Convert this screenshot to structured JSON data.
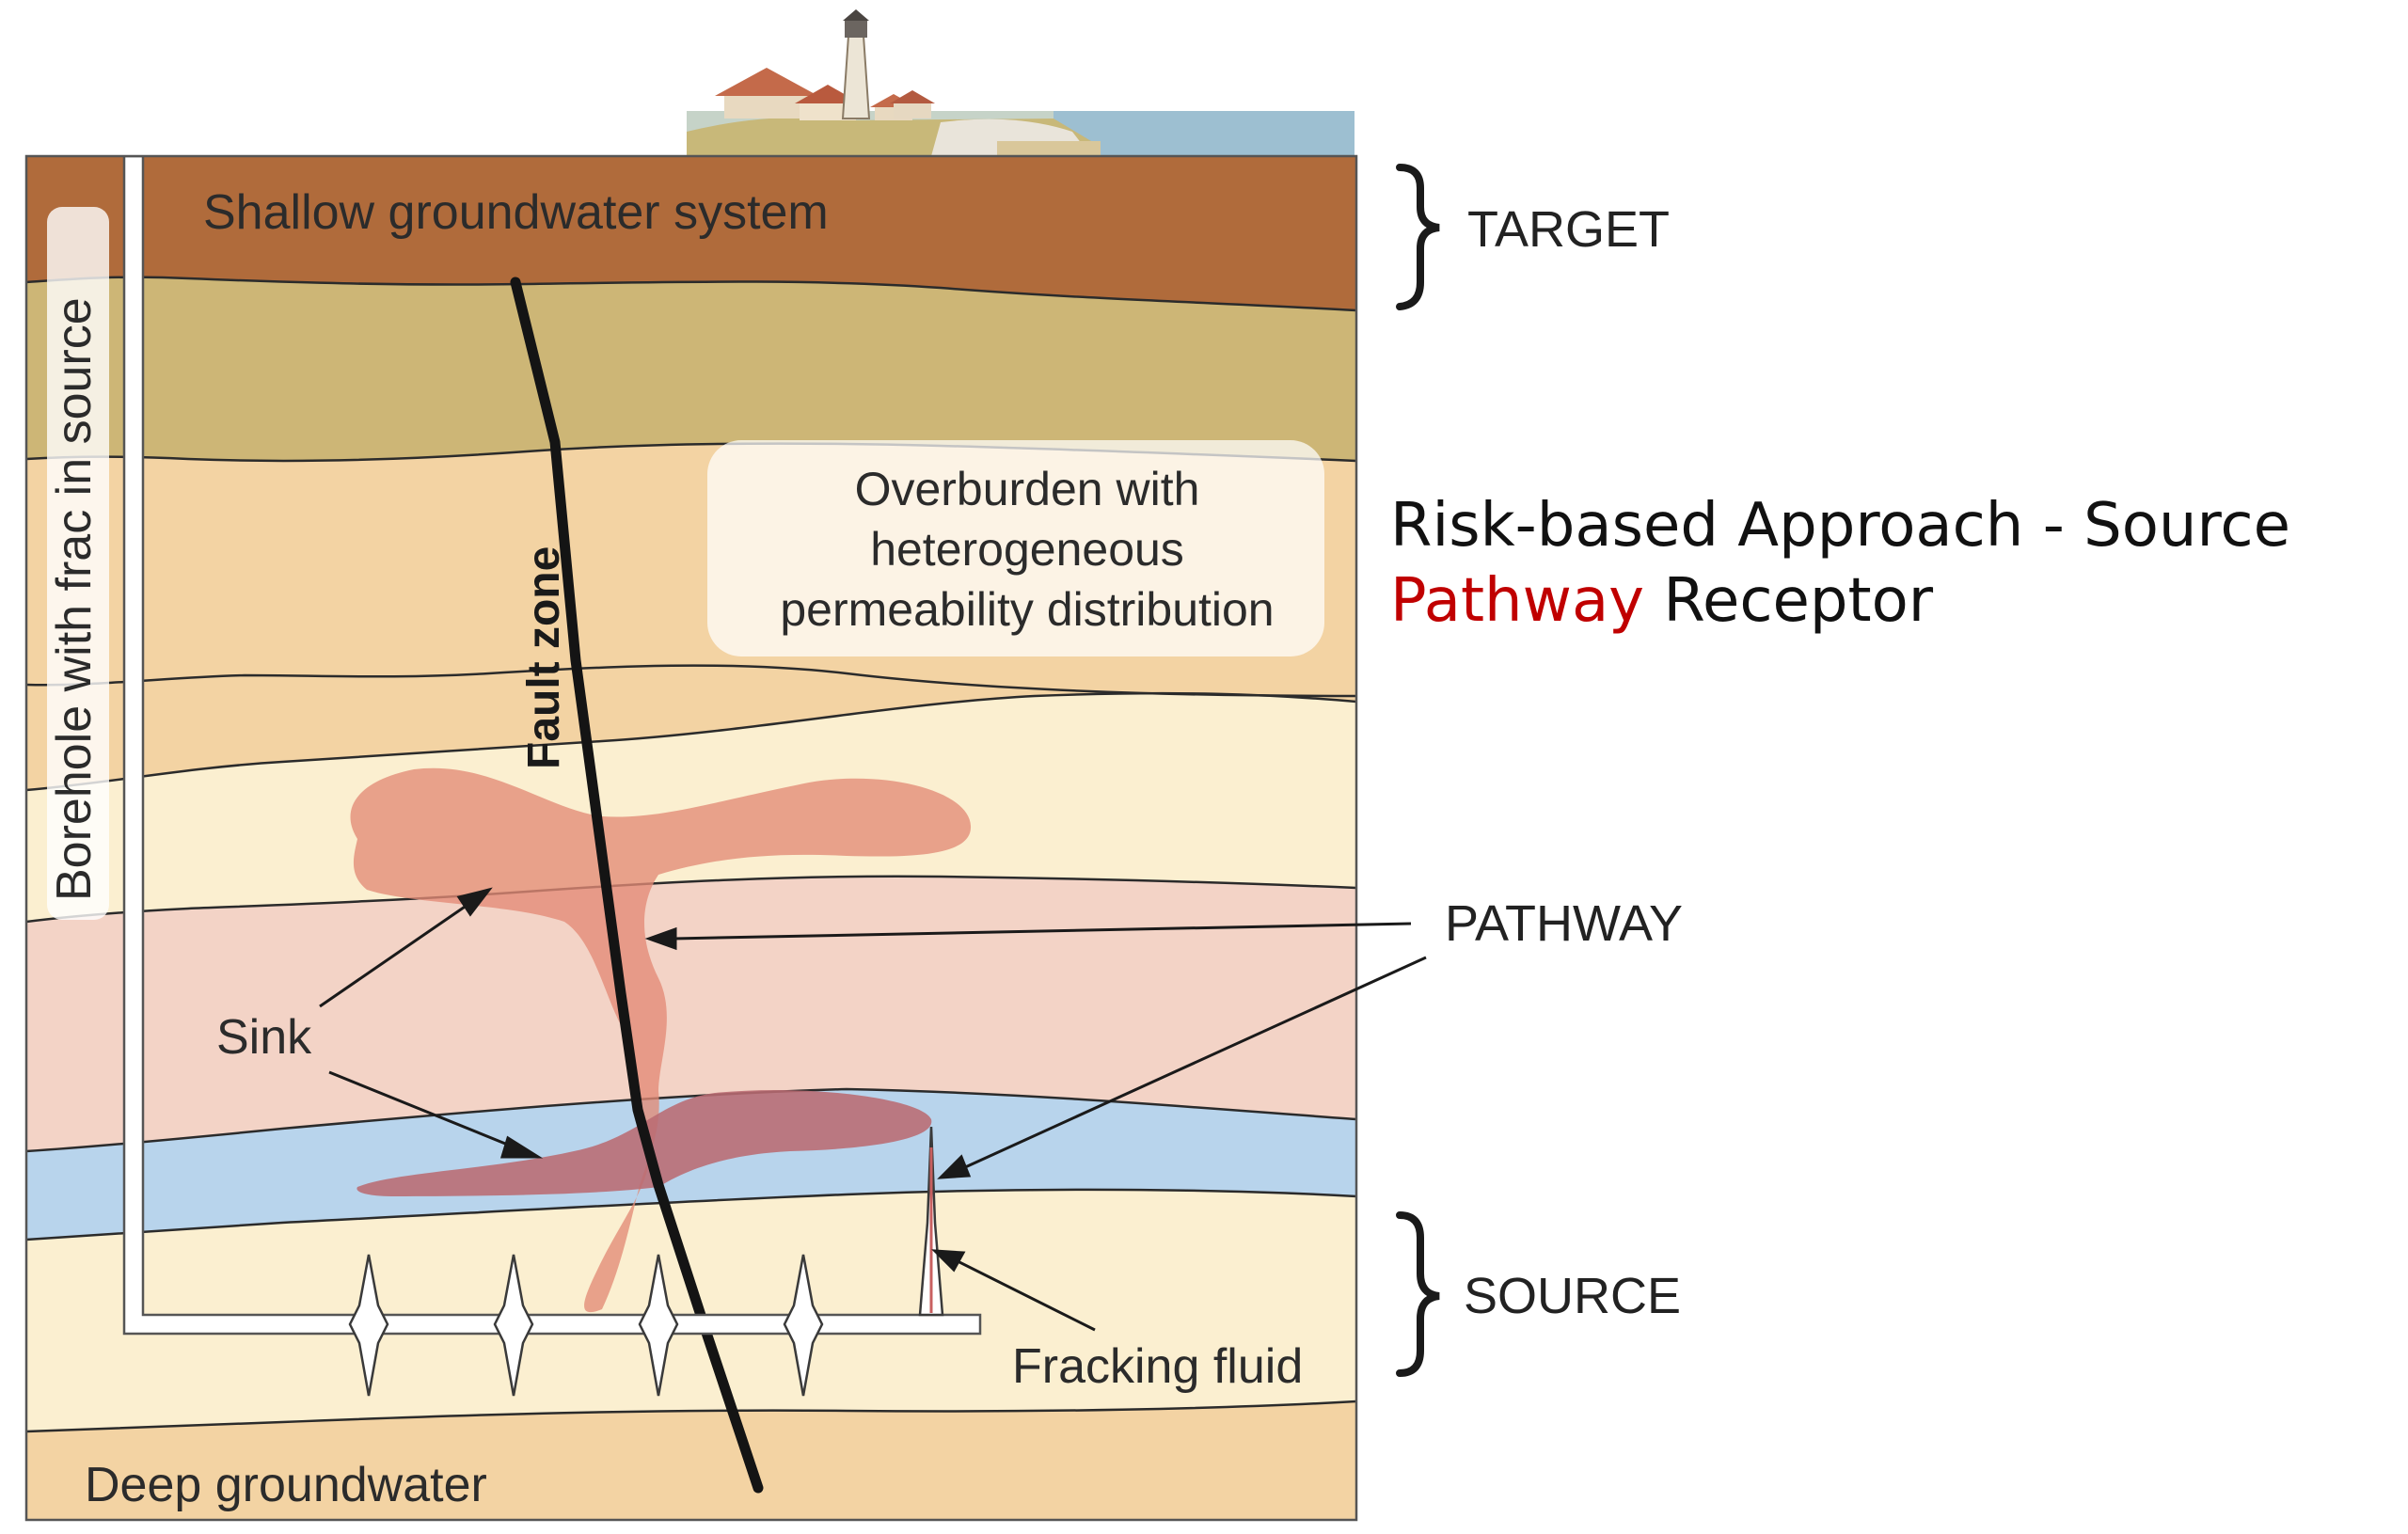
{
  "labels": {
    "shallow": "Shallow groundwater system",
    "borehole": "Borehole with frac in source",
    "fault": "Fault zone",
    "overburden": [
      "Overburden with",
      "heterogeneous",
      "permeability distribution"
    ],
    "sink": "Sink",
    "fracking_fluid": "Fracking fluid",
    "deep": "Deep groundwater",
    "target": "TARGET",
    "pathway": "PATHWAY",
    "source": "SOURCE"
  },
  "title": {
    "line1": "Risk-based Approach  - Source",
    "line2_highlight": "Pathway",
    "line2_rest": " Receptor"
  },
  "colors": {
    "highlight": "#c00000",
    "brown": "#b06b3b",
    "olive": "#cdb676",
    "tan": "#f3d3a3",
    "cream": "#fbefd0",
    "pink": "#f3d3c6",
    "blue": "#b8d4ec",
    "plume": "#e38a76",
    "plume_dark": "#b96b72"
  },
  "icons": [
    "lighthouse-scene-icon",
    "curly-brace-icon"
  ]
}
